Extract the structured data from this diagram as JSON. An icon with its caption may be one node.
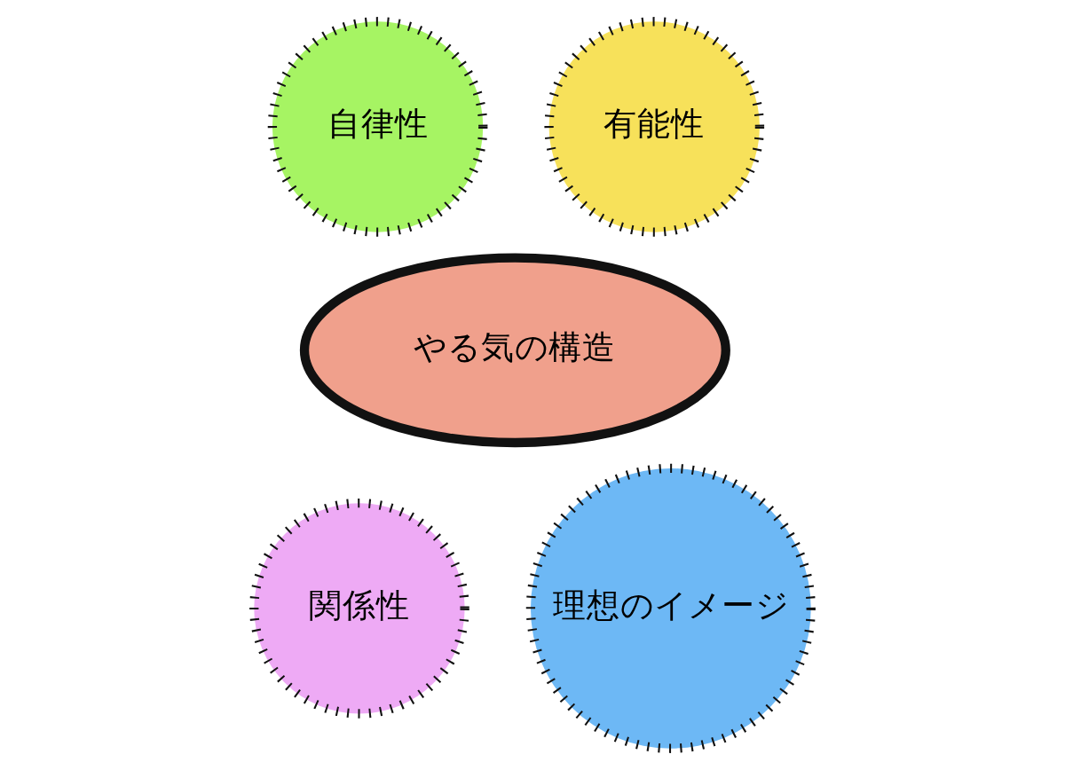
{
  "diagram": {
    "nodes": [
      {
        "text": [
          "自律性"
        ]
      },
      {
        "text": [
          "有能性"
        ]
      },
      {
        "text": [
          "やる気の構造"
        ]
      },
      {
        "text": [
          "関係性"
        ]
      },
      {
        "text": [
          "理想のイメージ"
        ]
      }
    ]
  }
}
